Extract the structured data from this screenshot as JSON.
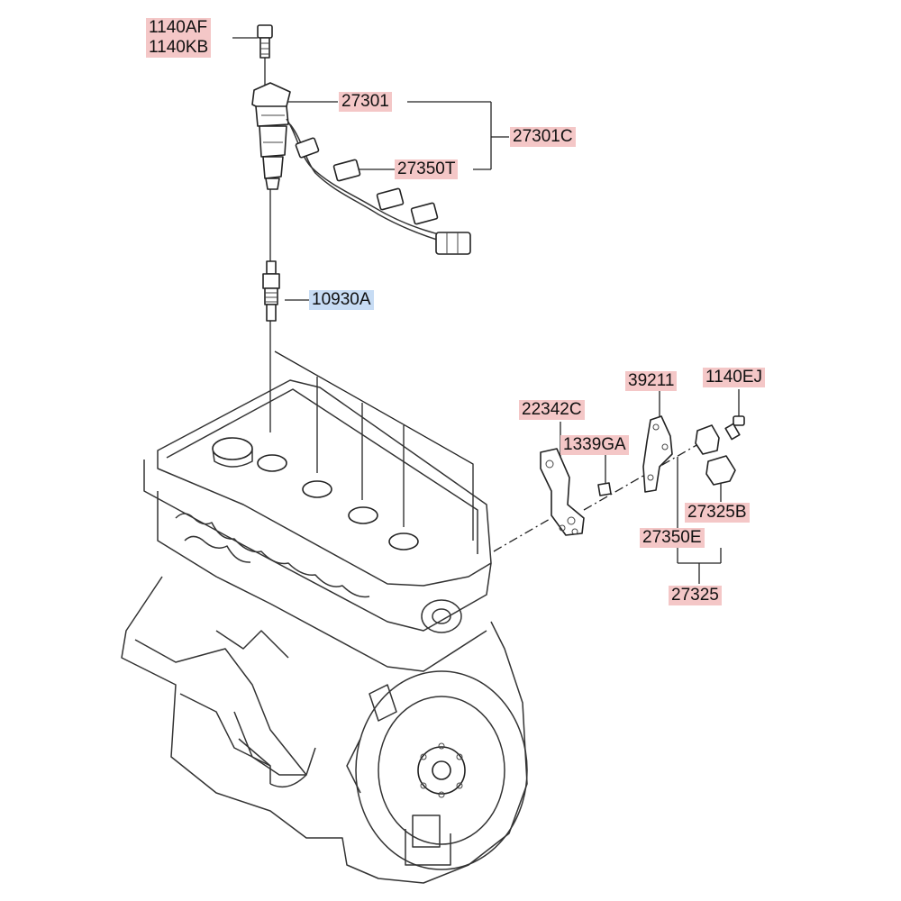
{
  "diagram": {
    "title": "Ignition system parts diagram",
    "labels": {
      "bolt_a": "1140AF",
      "bolt_b": "1140KB",
      "coil": "27301",
      "coil_set": "27301C",
      "harness": "27350T",
      "spark_plug": "10930A",
      "bracket": "22342C",
      "bracket_bolt": "1339GA",
      "sensor_bracket": "39211",
      "sensor_bolt": "1140EJ",
      "sensor_connector": "27325B",
      "sensor_wire": "27350E",
      "sensor_assy": "27325"
    },
    "highlight_colors": {
      "red": "#f4c7c7",
      "blue": "#c7dcf4"
    }
  }
}
